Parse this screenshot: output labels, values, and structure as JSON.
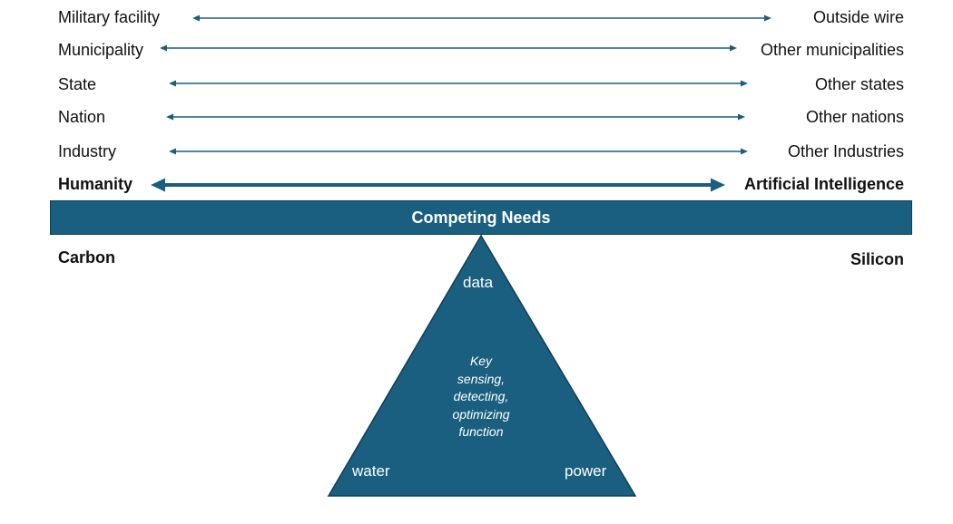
{
  "scales": [
    {
      "left": "Military facility",
      "right": "Outside wire",
      "emphasis": false
    },
    {
      "left": "Municipality",
      "right": "Other municipalities",
      "emphasis": false
    },
    {
      "left": "State",
      "right": "Other states",
      "emphasis": false
    },
    {
      "left": "Nation",
      "right": "Other nations",
      "emphasis": false
    },
    {
      "left": "Industry",
      "right": "Other Industries",
      "emphasis": false
    },
    {
      "left": "Humanity",
      "right": "Artificial Intelligence",
      "emphasis": true
    }
  ],
  "beam": {
    "label": "Competing Needs"
  },
  "sides": {
    "left": "Carbon",
    "right": "Silicon"
  },
  "fulcrum": {
    "top": "data",
    "bottom_left": "water",
    "bottom_right": "power",
    "center_lines": [
      "Key",
      "sensing,",
      "detecting,",
      "optimizing",
      "function"
    ]
  },
  "colors": {
    "primary": "#1a5f7f",
    "border": "#0e3f56",
    "text": "#111111"
  }
}
